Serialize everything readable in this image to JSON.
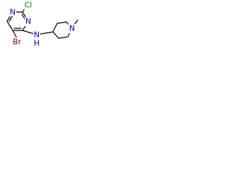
{
  "molecule": {
    "atoms": {
      "n1": {
        "label": "N",
        "color": "#0000cd"
      },
      "cl": {
        "label": "Cl",
        "color": "#008000"
      },
      "n3": {
        "label": "N",
        "color": "#0000cd"
      },
      "br": {
        "label": "Br",
        "color": "#8b0000"
      },
      "nh_n": {
        "label": "N",
        "color": "#0000cd"
      },
      "nh_h": {
        "label": "H",
        "color": "#0000cd"
      },
      "pip_n": {
        "label": "N",
        "color": "#0000cd"
      }
    },
    "bond_color": "#000000"
  }
}
